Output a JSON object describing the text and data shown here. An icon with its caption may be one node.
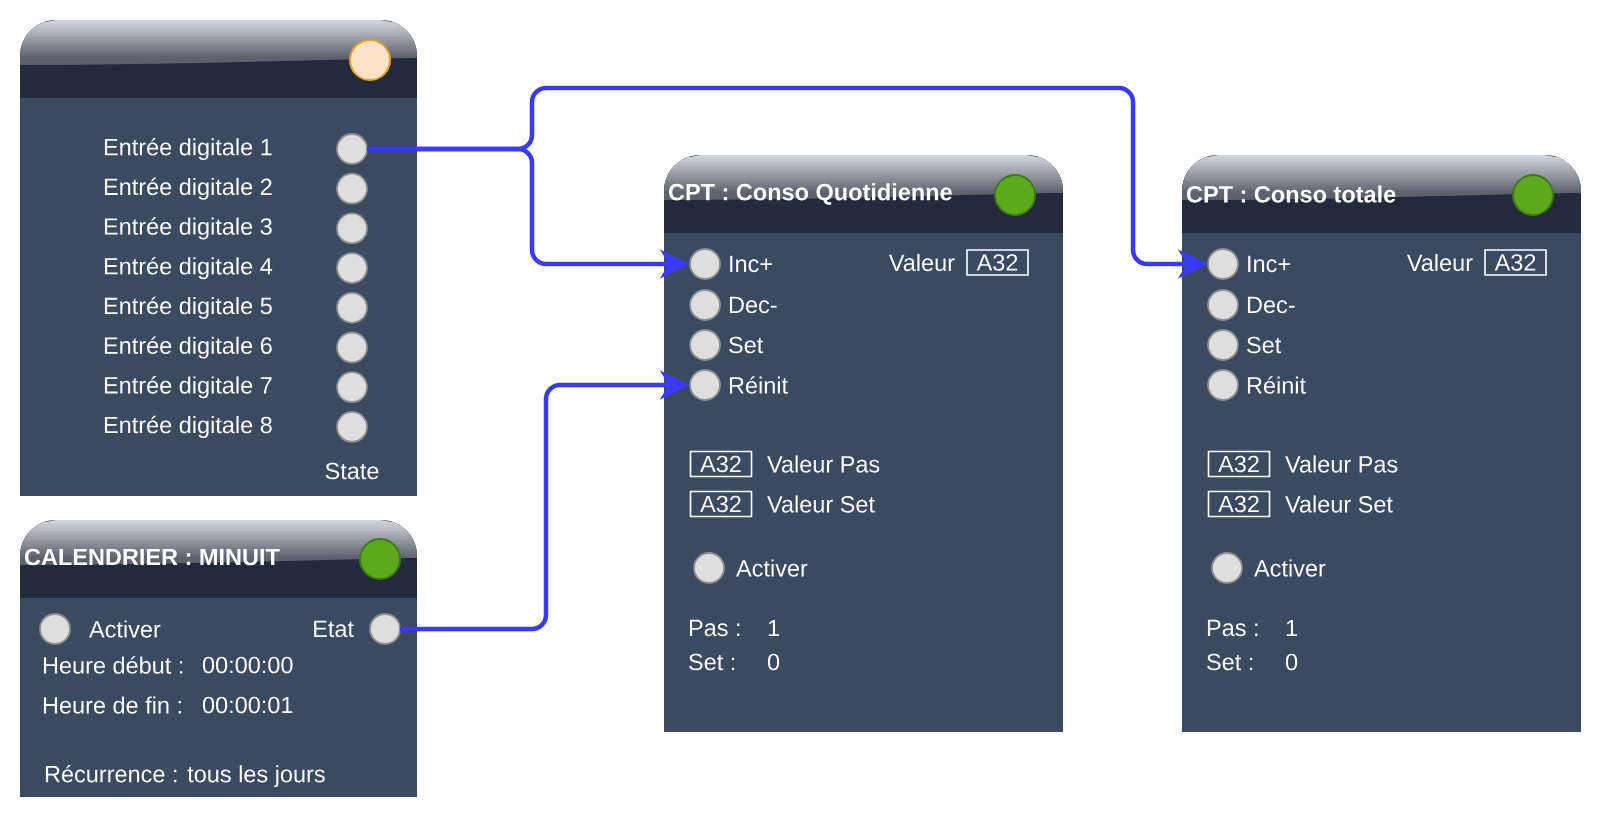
{
  "diagram": {
    "nodes": [
      {
        "text": [
          "State"
        ]
      },
      {
        "text": [],
        "shape": "circle",
        "in": 0,
        "beside": [
          "Entrée digitale 1"
        ]
      },
      {
        "text": [],
        "shape": "circle",
        "in": 0,
        "beside": [
          "Entrée digitale 2"
        ]
      },
      {
        "text": [],
        "shape": "circle",
        "in": 0,
        "beside": [
          "Entrée digitale 3"
        ]
      },
      {
        "text": [],
        "shape": "circle",
        "in": 0,
        "beside": [
          "Entrée digitale 4"
        ]
      },
      {
        "text": [],
        "shape": "circle",
        "in": 0,
        "beside": [
          "Entrée digitale 5"
        ]
      },
      {
        "text": [],
        "shape": "circle",
        "in": 0,
        "beside": [
          "Entrée digitale 6"
        ]
      },
      {
        "text": [],
        "shape": "circle",
        "in": 0,
        "beside": [
          "Entrée digitale 7"
        ]
      },
      {
        "text": [],
        "shape": "circle",
        "in": 0,
        "beside": [
          "Entrée digitale 8"
        ]
      },
      {
        "text": [
          "CALENDRIER : MINUIT",
          "Heure début :",
          "00:00:00",
          "Heure de fin :",
          "00:00:01",
          "Récurrence : tous les jours"
        ]
      },
      {
        "text": [],
        "shape": "circle",
        "in": 9,
        "beside": [
          "Activer"
        ]
      },
      {
        "text": [],
        "shape": "circle",
        "in": 9,
        "beside": [
          "Etat"
        ]
      },
      {
        "text": [
          "CPT : Conso Quotidienne",
          "Pas :",
          "1",
          "Set :",
          "0"
        ]
      },
      {
        "text": [],
        "shape": "circle",
        "in": 12,
        "beside": [
          "Inc+"
        ]
      },
      {
        "text": [
          "A32"
        ],
        "in": 12,
        "beside": [
          "Valeur"
        ]
      },
      {
        "text": [],
        "shape": "circle",
        "in": 12,
        "beside": [
          "Dec-"
        ]
      },
      {
        "text": [],
        "shape": "circle",
        "in": 12,
        "beside": [
          "Set"
        ]
      },
      {
        "text": [],
        "shape": "circle",
        "in": 12,
        "beside": [
          "Réinit"
        ]
      },
      {
        "text": [
          "A32"
        ],
        "in": 12,
        "beside": [
          "Valeur Pas"
        ]
      },
      {
        "text": [
          "A32"
        ],
        "in": 12,
        "beside": [
          "Valeur Set"
        ]
      },
      {
        "text": [],
        "shape": "circle",
        "in": 12,
        "beside": [
          "Activer"
        ]
      },
      {
        "text": [
          "CPT : Conso totale",
          "Pas :",
          "1",
          "Set :",
          "0"
        ]
      },
      {
        "text": [],
        "shape": "circle",
        "in": 21,
        "beside": [
          "Inc+"
        ]
      },
      {
        "text": [
          "A32"
        ],
        "in": 21,
        "beside": [
          "Valeur"
        ]
      },
      {
        "text": [],
        "shape": "circle",
        "in": 21,
        "beside": [
          "Dec-"
        ]
      },
      {
        "text": [],
        "shape": "circle",
        "in": 21,
        "beside": [
          "Set"
        ]
      },
      {
        "text": [],
        "shape": "circle",
        "in": 21,
        "beside": [
          "Réinit"
        ]
      },
      {
        "text": [
          "A32"
        ],
        "in": 21,
        "beside": [
          "Valeur Pas"
        ]
      },
      {
        "text": [
          "A32"
        ],
        "in": 21,
        "beside": [
          "Valeur Set"
        ]
      },
      {
        "text": [],
        "shape": "circle",
        "in": 21,
        "beside": [
          "Activer"
        ]
      }
    ],
    "edges": [
      {
        "from": 1,
        "to": 13,
        "arrow": "to"
      },
      {
        "from": 1,
        "to": 22,
        "arrow": "to"
      },
      {
        "from": 11,
        "to": 17,
        "arrow": "to"
      }
    ]
  }
}
